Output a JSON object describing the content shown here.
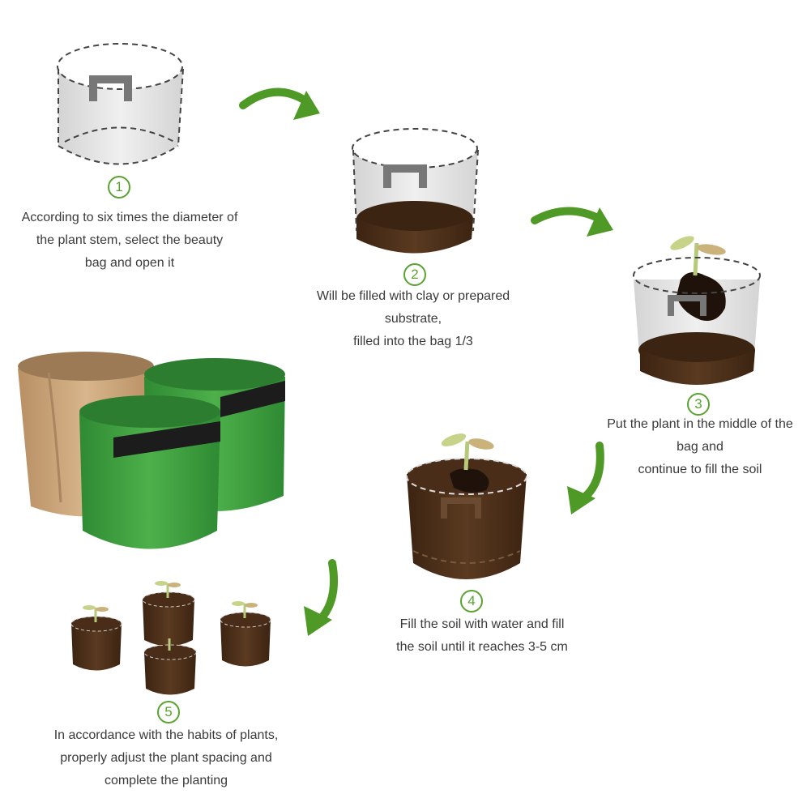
{
  "steps": [
    {
      "number": "1",
      "caption_lines": [
        "According to six times the diameter of",
        "the plant stem, select the beauty",
        "bag and open it"
      ]
    },
    {
      "number": "2",
      "caption_lines": [
        "Will be filled with clay or prepared",
        "substrate,",
        "filled into the bag 1/3"
      ]
    },
    {
      "number": "3",
      "caption_lines": [
        "Put the plant in the middle of the",
        "bag and",
        "continue to fill the soil"
      ]
    },
    {
      "number": "4",
      "caption_lines": [
        "Fill the soil with water and fill",
        "the soil until it reaches 3-5 cm"
      ]
    },
    {
      "number": "5",
      "caption_lines": [
        "In accordance with the habits of plants,",
        "properly adjust the plant spacing and",
        "complete the planting"
      ]
    }
  ],
  "colors": {
    "accent_green": "#5aa332",
    "arrow_green": "#4f9a26",
    "soil_brown": "#4a2d18",
    "bag_green": "#3f9a3f",
    "bag_tan": "#c9a37a",
    "text": "#3a3a3a"
  }
}
